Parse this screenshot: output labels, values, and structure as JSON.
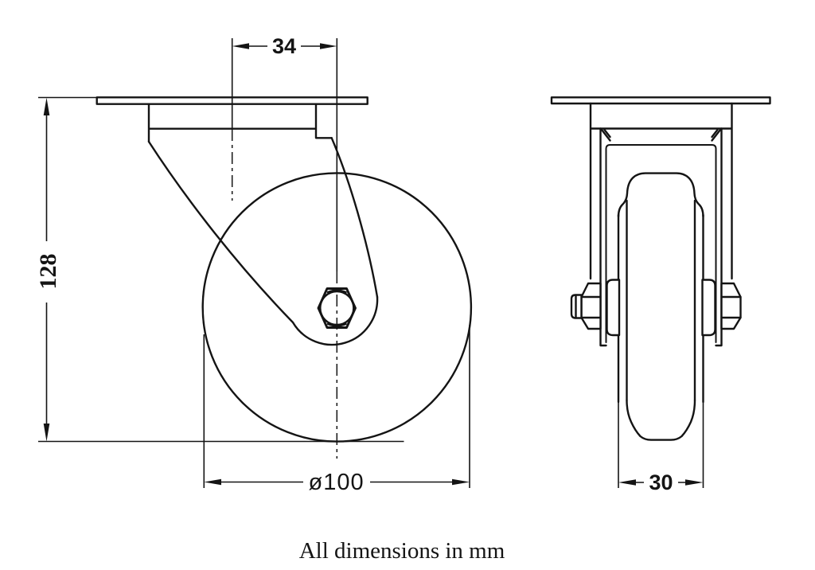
{
  "title": "Caster wheel technical drawing",
  "note": "All dimensions in mm",
  "views": {
    "side": "swivel caster side view",
    "front": "caster front view"
  },
  "dimensions": {
    "swivel_offset": {
      "value": "34",
      "meaning": "swivel axis to wheel axis offset"
    },
    "overall_height": {
      "value": "128",
      "meaning": "overall mounting height"
    },
    "wheel_diameter": {
      "value": "ø100",
      "meaning": "wheel diameter"
    },
    "wheel_width": {
      "value": "30",
      "meaning": "wheel width"
    }
  },
  "colors": {
    "line": "#141414",
    "background": "#ffffff"
  }
}
